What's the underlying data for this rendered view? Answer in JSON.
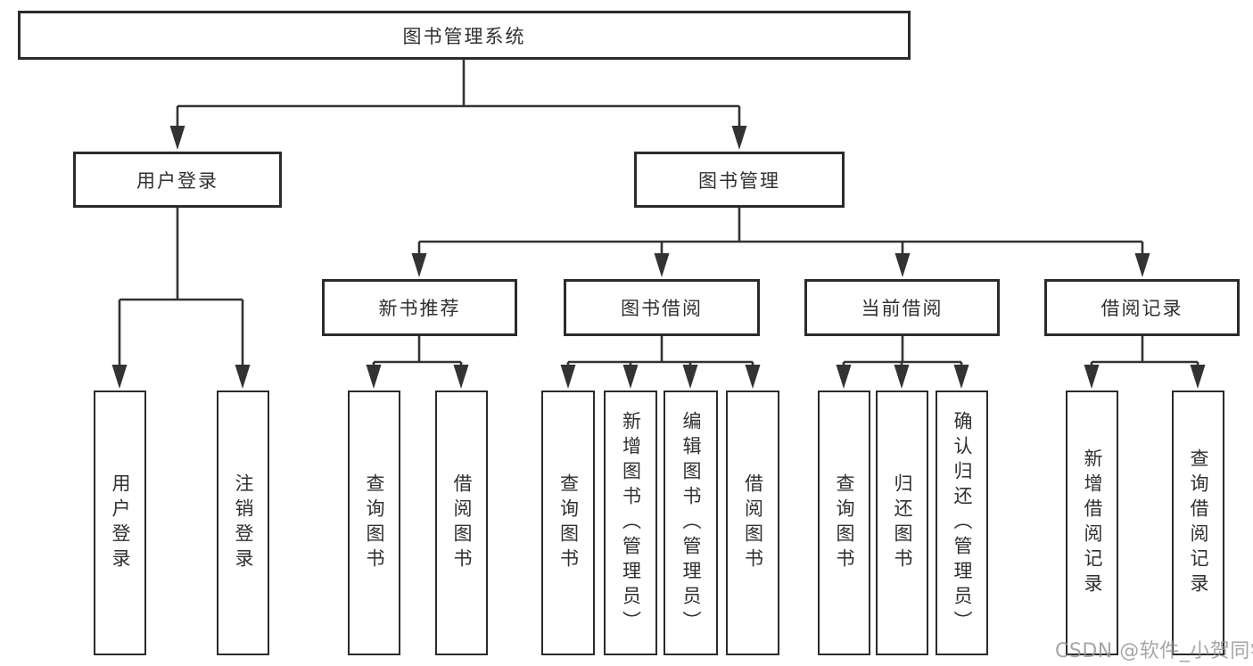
{
  "root": {
    "label": "图书管理系统"
  },
  "level2": {
    "user_login": "用户登录",
    "book_mgmt": "图书管理"
  },
  "level3": {
    "new_book_rec": "新书推荐",
    "book_borrow": "图书借阅",
    "current_borrow": "当前借阅",
    "borrow_record": "借阅记录"
  },
  "leaves": {
    "user_login": "用户登录",
    "logout": "注销登录",
    "query_book_a": "查询图书",
    "borrow_book_a": "借阅图书",
    "query_book_b": "查询图书",
    "add_book": "新增图书（管理员）",
    "edit_book": "编辑图书（管理员）",
    "borrow_book_b": "借阅图书",
    "query_book_c": "查询图书",
    "return_book": "归还图书",
    "confirm_return": "确认归还（管理员）",
    "add_record": "新增借阅记录",
    "query_record": "查询借阅记录"
  },
  "watermark": "CSDN @软件_小贺同学",
  "colors": {
    "line": "#333333",
    "box_border": "#2b2b2b",
    "box_fill": "#ffffff",
    "text": "#303030",
    "watermark": "#909090",
    "background": "#ffffff"
  }
}
